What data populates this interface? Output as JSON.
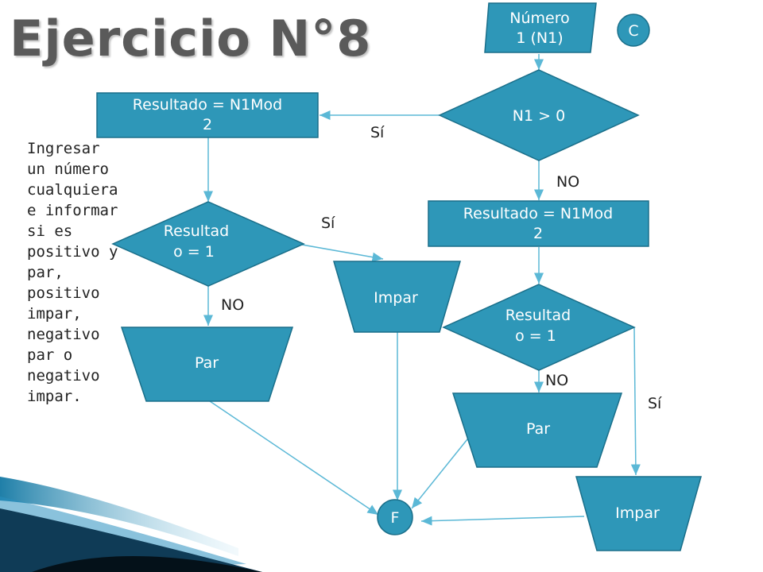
{
  "slide": {
    "title": "Ejercicio N°8",
    "description_lines": [
      "Ingresar",
      "un número",
      "cualquiera",
      "e informar",
      "si es",
      "positivo y",
      "par,",
      "positivo",
      "impar,",
      "negativo",
      "par o",
      "negativo",
      "impar."
    ]
  },
  "colors": {
    "node_fill": "#2e97b8",
    "node_stroke": "#1a6f8a",
    "connector": "#5bb8d6",
    "text_dark": "#222222"
  },
  "nodes": {
    "input": [
      "Número",
      "1 (N1)"
    ],
    "connector_start": "C",
    "decision_sign": "N1 > 0",
    "result_left": [
      "Resultado = N1Mod",
      "2"
    ],
    "result_right": [
      "Resultado = N1Mod",
      "2"
    ],
    "decision_left": [
      "Resultad",
      "o = 1"
    ],
    "decision_right": [
      "Resultad",
      "o = 1"
    ],
    "impar_left": "Impar",
    "par_left": "Par",
    "par_right": "Par",
    "impar_right": "Impar",
    "connector_end": "F"
  },
  "edge_labels": {
    "si_top": "Sí",
    "no_top": "NO",
    "si_left": "Sí",
    "no_left": "NO",
    "no_right": "NO",
    "si_right": "Sí"
  }
}
